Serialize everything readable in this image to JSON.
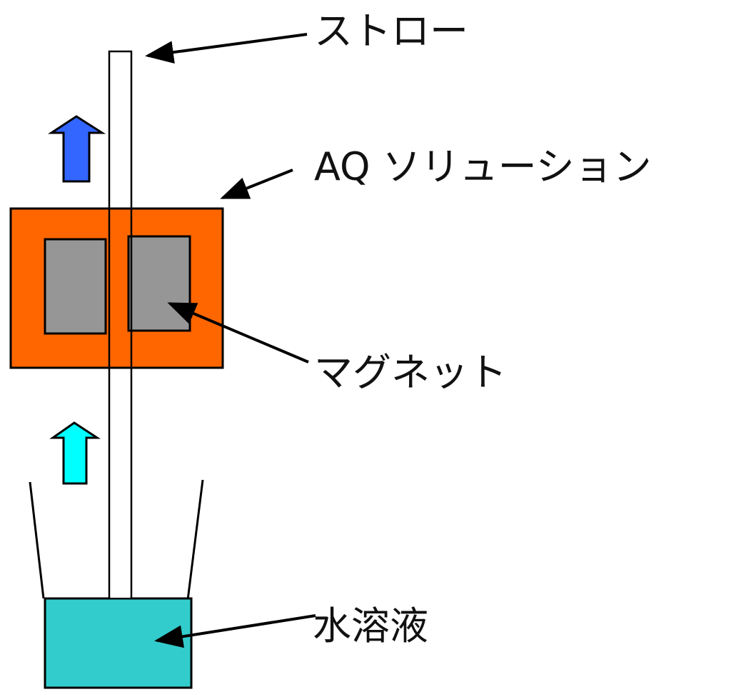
{
  "labels": {
    "straw": "ストロー",
    "aq_solution": "AQ ソリューション",
    "magnet": "マグネット",
    "aqueous_solution": "水溶液"
  },
  "colors": {
    "holder": "#ff6600",
    "magnet": "#969696",
    "liquid": "#33cccc",
    "arrow_top": "#3366ff",
    "arrow_bottom": "#00ffff"
  }
}
